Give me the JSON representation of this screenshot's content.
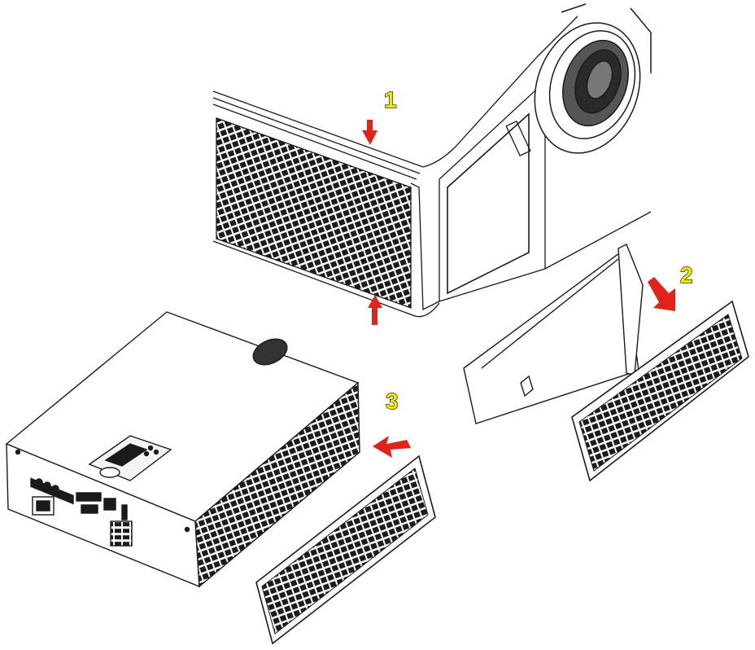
{
  "steps": [
    {
      "number": "1"
    },
    {
      "number": "2"
    },
    {
      "number": "3"
    }
  ],
  "colors": {
    "arrow": "#e2231a",
    "step_number_fill": "#f2e600",
    "line": "#1a1a1a",
    "background": "#ffffff"
  }
}
